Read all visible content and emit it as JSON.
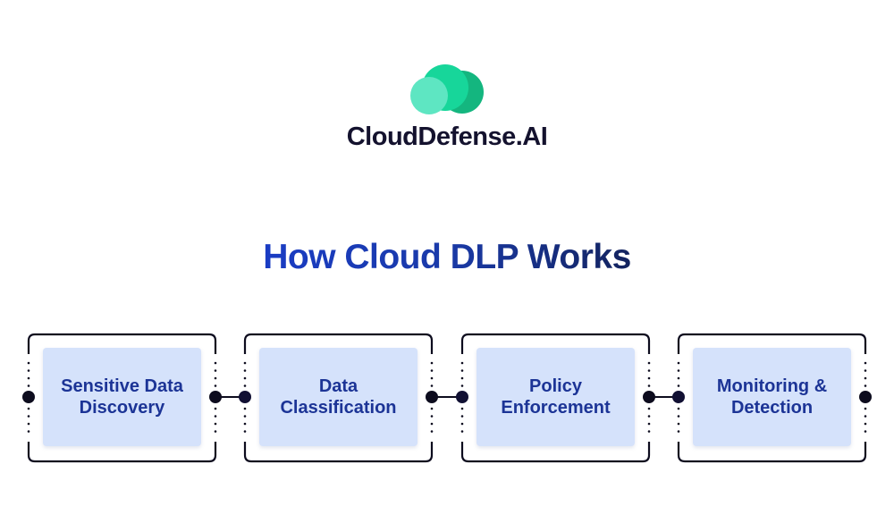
{
  "brand": {
    "name": "CloudDefense.AI",
    "logo_icon": "cloud-icon",
    "colors": {
      "circle_light": "#5ee6c2",
      "circle_mid": "#17d69a",
      "circle_dark": "#14b67f"
    }
  },
  "title": "How Cloud DLP Works",
  "steps": [
    {
      "label": "Sensitive Data\nDiscovery"
    },
    {
      "label": "Data\nClassification"
    },
    {
      "label": "Policy\nEnforcement"
    },
    {
      "label": "Monitoring &\nDetection"
    }
  ],
  "colors": {
    "frame": "#0d0c1e",
    "node": "#111033",
    "box_fill": "#d5e2fb",
    "box_text": "#1c3496",
    "title_start": "#1a3cc4",
    "title_end": "#13235e"
  }
}
